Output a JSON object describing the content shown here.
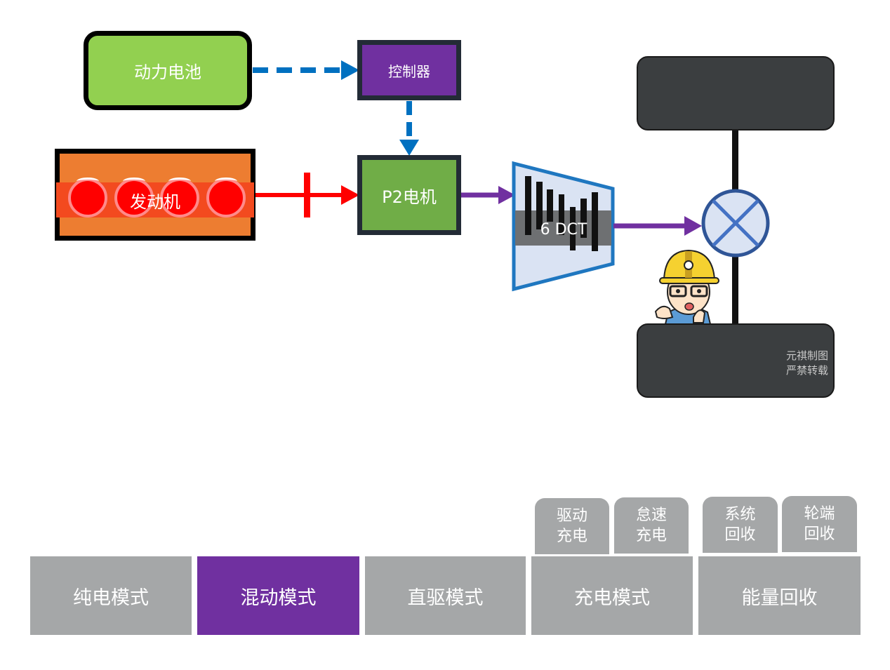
{
  "diagram": {
    "battery_label": "动力电池",
    "controller_label": "控制器",
    "engine_label": "发动机",
    "motor_label": "P2电机",
    "transmission_label": "6 DCT",
    "watermark_line1": "元祺制图",
    "watermark_line2": "严禁转载",
    "colors": {
      "battery": "#92d050",
      "controller": "#7030a0",
      "engine": "#ed7d31",
      "motor": "#70ad47",
      "electric_flow": "#0070c0",
      "mechanical_engine_flow": "#ff0000",
      "drive_flow": "#7030a0",
      "wheel": "#3b3e40",
      "differential": "#dae3f3"
    }
  },
  "modes": {
    "active": "混动模式",
    "items": [
      {
        "label": "纯电模式"
      },
      {
        "label": "混动模式"
      },
      {
        "label": "直驱模式"
      },
      {
        "label": "充电模式",
        "subs": [
          {
            "line1": "驱动",
            "line2": "充电"
          },
          {
            "line1": "怠速",
            "line2": "充电"
          }
        ]
      },
      {
        "label": "能量回收",
        "subs": [
          {
            "line1": "系统",
            "line2": "回收"
          },
          {
            "line1": "轮端",
            "line2": "回收"
          }
        ]
      }
    ]
  }
}
